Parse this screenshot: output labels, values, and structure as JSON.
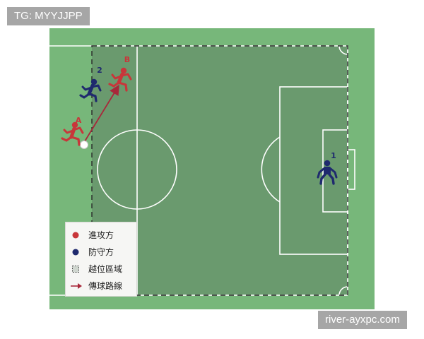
{
  "watermarks": {
    "top_left": "TG: MYYJJPP",
    "bottom_right": "river-ayxpc.com"
  },
  "players": [
    {
      "id": "A",
      "team": "attack",
      "pose": "running"
    },
    {
      "id": "B",
      "team": "attack",
      "pose": "running"
    },
    {
      "id": "2",
      "team": "defense",
      "pose": "running"
    },
    {
      "id": "1",
      "team": "defense",
      "pose": "goalkeeper"
    }
  ],
  "legend": {
    "attack": "進攻方",
    "defense": "防守方",
    "offside": "越位區域",
    "pass": "傳球路線"
  },
  "colors": {
    "pitch": "#77b77a",
    "offside_zone": "#6a9a6e",
    "attack": "#c8363a",
    "defense": "#1f2a6e",
    "pass_arrow": "#a8283a"
  }
}
